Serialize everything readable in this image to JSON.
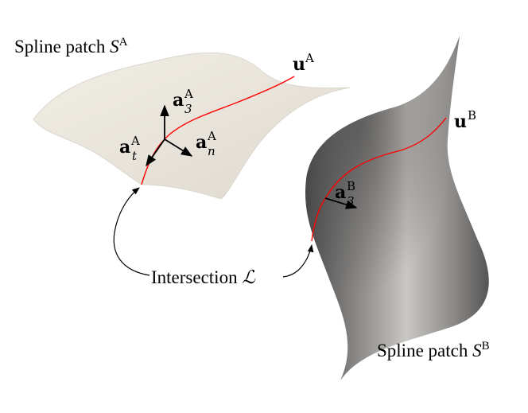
{
  "labels": {
    "patch_a_text": "Spline patch ",
    "patch_a_sym": "S",
    "patch_a_sup": "A",
    "patch_b_text": "Spline patch ",
    "patch_b_sym": "S",
    "patch_b_sup": "B",
    "u_a_base": "u",
    "u_a_sup": "A",
    "u_b_base": "u",
    "u_b_sup": "B",
    "a3a_base": "a",
    "a3a_sub": "3",
    "a3a_sup": "A",
    "ana_base": "a",
    "ana_sub": "n",
    "ana_sup": "A",
    "ata_base": "a",
    "ata_sub": "t",
    "ata_sup": "A",
    "a3b_base": "a",
    "a3b_sub": "3",
    "a3b_sup": "B",
    "intersection_text": "Intersection ",
    "intersection_sym": "ℒ"
  },
  "colors": {
    "patch_a_fill": "#e9e5dc",
    "patch_b_dark": "#555555",
    "patch_b_light": "#c8c6c2",
    "curve": "#ff0000",
    "ink": "#000000"
  }
}
